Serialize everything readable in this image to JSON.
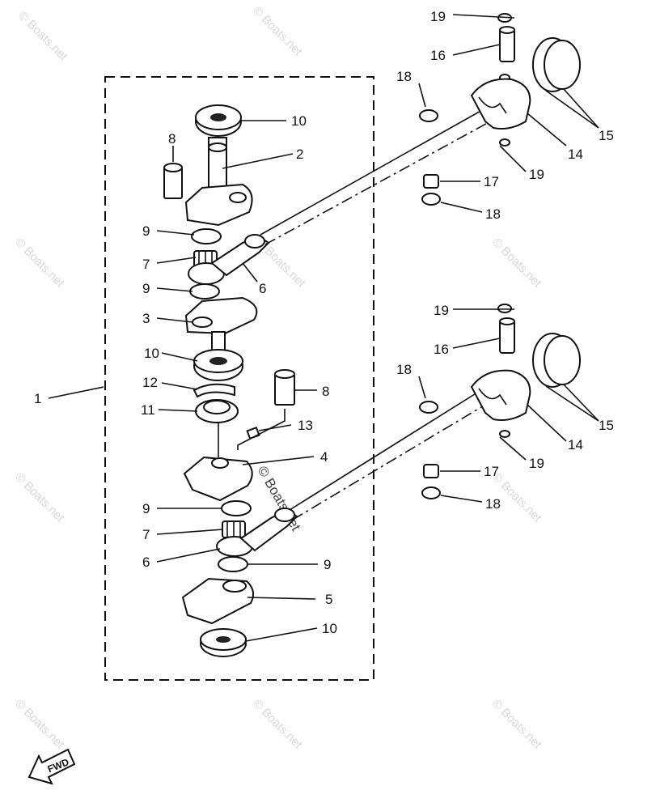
{
  "labels": {
    "l1": "1",
    "l2": "2",
    "l3": "3",
    "l4": "4",
    "l5": "5",
    "l6a": "6",
    "l6b": "6",
    "l7a": "7",
    "l7b": "7",
    "l8a": "8",
    "l8b": "8",
    "l9a": "9",
    "l9b": "9",
    "l9c": "9",
    "l9d": "9",
    "l10a": "10",
    "l10b": "10",
    "l10c": "10",
    "l11": "11",
    "l12": "12",
    "l13": "13",
    "l14a": "14",
    "l14b": "14",
    "l15a": "15",
    "l15b": "15",
    "l16a": "16",
    "l16b": "16",
    "l17a": "17",
    "l17b": "17",
    "l18a": "18",
    "l18b": "18",
    "l18c": "18",
    "l18d": "18",
    "l19a": "19",
    "l19b": "19",
    "l19c": "19",
    "l19d": "19"
  },
  "watermark": "© Boats.net",
  "fwd_label": "FWD"
}
